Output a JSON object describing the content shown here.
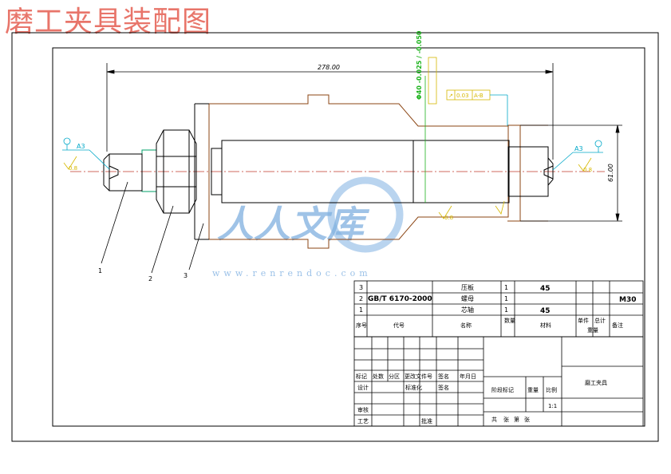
{
  "page_title": "磨工夹具装配图",
  "drawing": {
    "overall_length": "278.00",
    "height_dim": "61.00",
    "fit_tolerance": "Φ40 -0.025 / -0.050",
    "geom_tolerance": {
      "symbol": "↗",
      "value": "0.03",
      "datum": "A-B"
    },
    "datum_label": "A3",
    "roughness": "0.8",
    "balloons": [
      "1",
      "2",
      "3"
    ]
  },
  "watermark": {
    "text": "人人文库",
    "url": "www.renrendoc.com"
  },
  "bom": {
    "rows": [
      {
        "no": "3",
        "code": "",
        "name": "压板",
        "qty": "1",
        "material": "45",
        "unit_weight": "",
        "total_weight": "",
        "note": ""
      },
      {
        "no": "2",
        "code": "GB/T 6170-2000",
        "name": "螺母",
        "qty": "1",
        "material": "",
        "unit_weight": "",
        "total_weight": "",
        "note": "M30"
      },
      {
        "no": "1",
        "code": "",
        "name": "芯轴",
        "qty": "1",
        "material": "45",
        "unit_weight": "",
        "total_weight": "",
        "note": ""
      }
    ],
    "header": {
      "no": "序号",
      "code": "代号",
      "name": "名称",
      "qty": "数量",
      "material": "材料",
      "unit": "单件",
      "total": "总计",
      "weight": "重量",
      "note": "备注"
    }
  },
  "title_block": {
    "revision_headers": [
      "标记",
      "处数",
      "分区",
      "更改文件号",
      "签名",
      "年月日"
    ],
    "design": "设计",
    "standardize": "标准化",
    "sign": "签名",
    "review": "审核",
    "process": "工艺",
    "approve": "批准",
    "stage_mark": "阶段标记",
    "weight": "重量",
    "scale": "比例",
    "scale_value": "1:1",
    "sheet_total": "共",
    "sheet_of": "张",
    "sheet_no": "第",
    "sheet_suffix": "张",
    "drawing_name": "磨工夹具"
  }
}
